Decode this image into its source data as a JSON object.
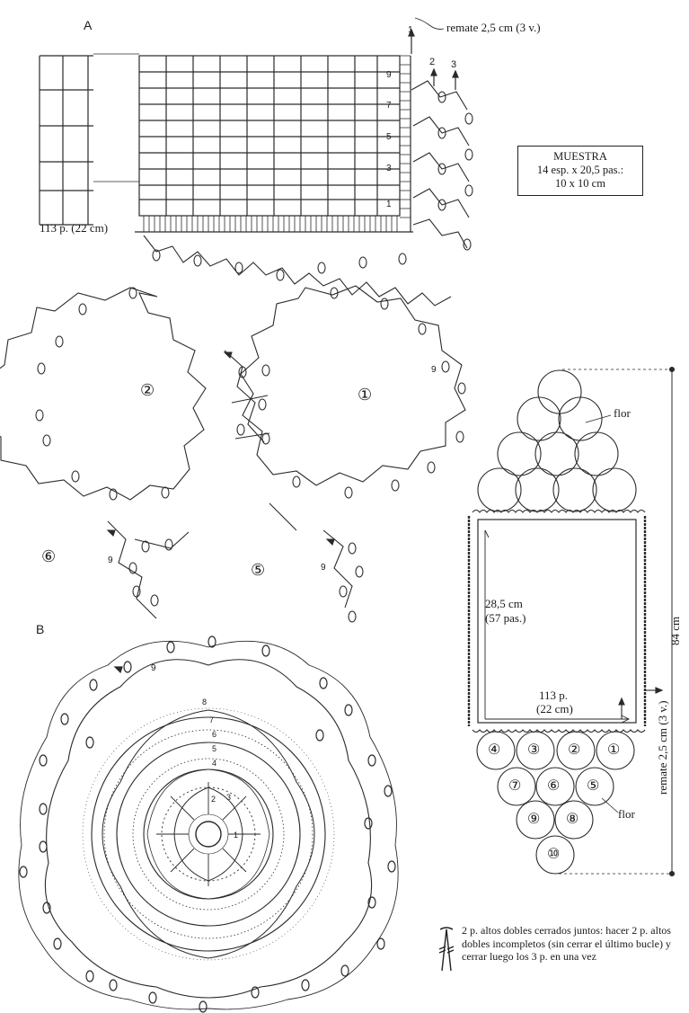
{
  "section_a": {
    "label": "A",
    "finish_note": "remate 2,5 cm (3 v.)",
    "stitch_count": "113 p. (22 cm)",
    "row_numbers": [
      "1",
      "3",
      "5",
      "7",
      "9"
    ],
    "arrow_numbers": [
      "1",
      "2",
      "3"
    ],
    "motif_numbers": [
      "②",
      "①",
      "⑥",
      "⑤"
    ],
    "small_labels": [
      "9",
      "9",
      "9"
    ]
  },
  "gauge_box": {
    "title": "MUESTRA",
    "line1": "14 esp. x 20,5 pas.:",
    "line2": "10 x 10 cm"
  },
  "section_b": {
    "label": "B",
    "round_numbers": [
      "1",
      "2",
      "3",
      "4",
      "5",
      "6",
      "7",
      "8",
      "9"
    ]
  },
  "layout_diagram": {
    "flower_label_top": "flor",
    "flower_label_bottom": "flor",
    "height_label": "28,5 cm",
    "rows_label": "(57 pas.)",
    "width_label": "113 p.",
    "width_cm": "(22 cm)",
    "total_length": "84 cm",
    "finish_side": "remate 2,5 cm (3 v.)",
    "circle_numbers": [
      "④",
      "③",
      "②",
      "①",
      "⑦",
      "⑥",
      "⑤",
      "⑨",
      "⑧",
      "⑩"
    ]
  },
  "legend": {
    "text": "2 p. altos dobles cerrados juntos: hacer 2 p. altos dobles incompletos (sin cerrar el último bucle) y cerrar luego los 3 p. en una vez"
  }
}
